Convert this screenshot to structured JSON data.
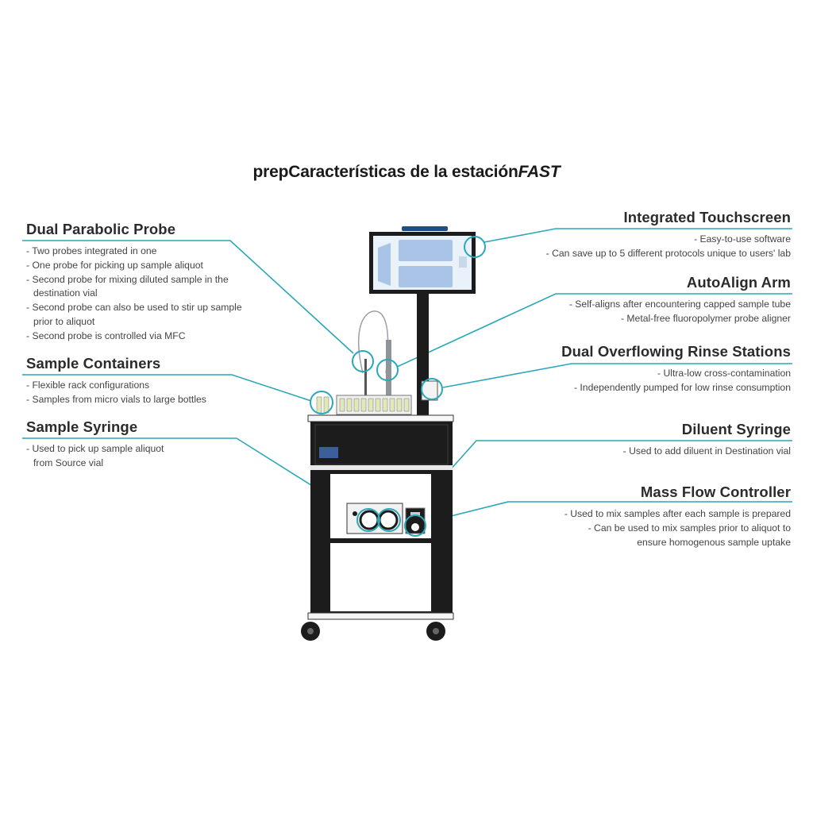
{
  "title": {
    "main": "prepCaracterísticas de la estación",
    "italic": "FAST"
  },
  "features": {
    "dual_parabolic_probe": {
      "heading": "Dual Parabolic Probe",
      "items": [
        "- Two probes integrated in one",
        "- One probe for picking up sample aliquot",
        "- Second probe for mixing diluted sample in the destination vial",
        "- Second probe can also be used to stir up sample prior to aliquot",
        "- Second probe is controlled via MFC"
      ]
    },
    "sample_containers": {
      "heading": "Sample Containers",
      "items": [
        "- Flexible rack configurations",
        "- Samples from micro vials to large bottles"
      ]
    },
    "sample_syringe": {
      "heading": "Sample Syringe",
      "items": [
        "- Used to pick up sample aliquot from Source vial"
      ]
    },
    "integrated_touchscreen": {
      "heading": "Integrated Touchscreen",
      "items": [
        "- Easy-to-use software",
        "- Can save up to 5 different protocols unique to users' lab"
      ]
    },
    "autoalign_arm": {
      "heading": "AutoAlign Arm",
      "items": [
        "- Self-aligns after encountering capped sample tube",
        "- Metal-free fluoropolymer probe aligner"
      ]
    },
    "dual_overflowing_rinse": {
      "heading": "Dual Overflowing Rinse Stations",
      "items": [
        "- Ultra-low cross-contamination",
        "- Independently pumped for low rinse consumption"
      ]
    },
    "diluent_syringe": {
      "heading": "Diluent Syringe",
      "items": [
        "- Used to add diluent in Destination vial"
      ]
    },
    "mass_flow_controller": {
      "heading": "Mass Flow Controller",
      "items": [
        "- Used to mix samples after each sample is prepared",
        "- Can be used to mix samples prior to aliquot to ensure homogenous sample uptake"
      ]
    }
  },
  "colors": {
    "accent": "#2aa7b8",
    "machine": "#1c1c1c"
  }
}
